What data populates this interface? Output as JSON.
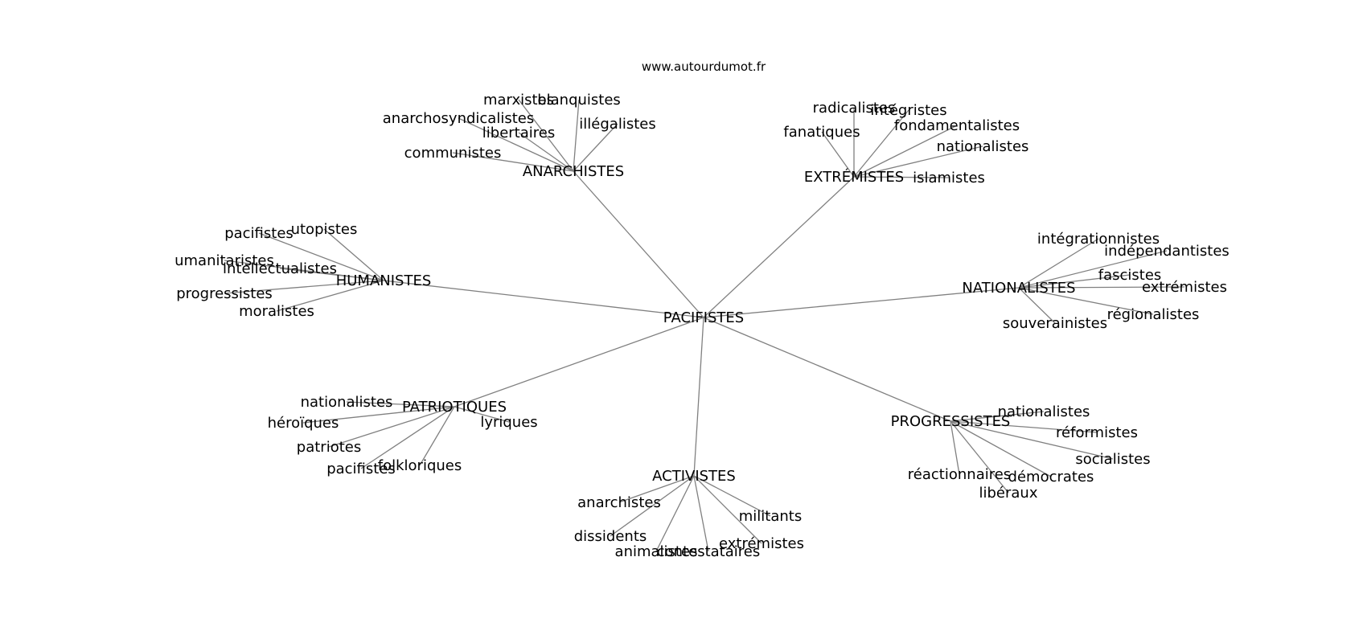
{
  "site": "www.autourdumot.fr",
  "colors": {
    "edge": "#808080",
    "text": "#000000",
    "background": "#ffffff"
  },
  "center": "PACIFISTES",
  "groups": [
    {
      "label": "ANARCHISTES",
      "leaves": [
        "marxistes",
        "blanquistes",
        "anarchosyndicalistes",
        "illégalistes",
        "libertaires",
        "communistes"
      ]
    },
    {
      "label": "EXTRÉMISTES",
      "leaves": [
        "radicalistes",
        "intégristes",
        "fanatiques",
        "fondamentalistes",
        "nationalistes",
        "islamistes"
      ]
    },
    {
      "label": "HUMANISTES",
      "leaves": [
        "pacifistes",
        "utopistes",
        "umanitaristes",
        "intellectualistes",
        "progressistes",
        "moralistes"
      ]
    },
    {
      "label": "NATIONALISTES",
      "leaves": [
        "intégrationnistes",
        "indépendantistes",
        "fascistes",
        "extrémistes",
        "régionalistes",
        "souverainistes"
      ]
    },
    {
      "label": "PATRIOTIQUES",
      "leaves": [
        "nationalistes",
        "héroïques",
        "lyriques",
        "patriotes",
        "pacifistes",
        "folkloriques"
      ]
    },
    {
      "label": "PROGRESSISTES",
      "leaves": [
        "nationalistes",
        "réformistes",
        "socialistes",
        "réactionnaires",
        "démocrates",
        "libéraux"
      ]
    },
    {
      "label": "ACTIVISTES",
      "leaves": [
        "anarchistes",
        "militants",
        "dissidents",
        "extrémistes",
        "animalistes",
        "contestataires"
      ]
    }
  ]
}
